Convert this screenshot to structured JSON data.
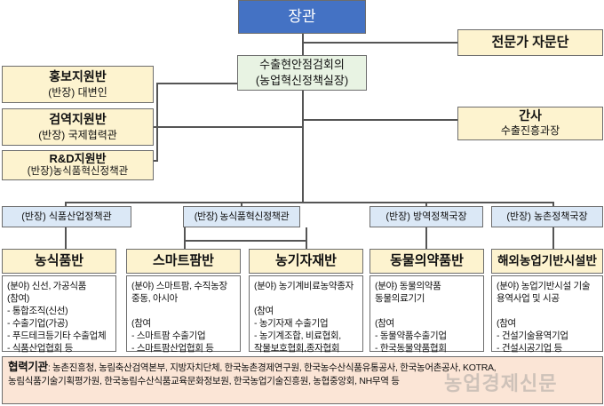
{
  "minister": "장관",
  "advisory": "전문가 자문단",
  "council": {
    "line1": "수출현안점검회의",
    "line2": "(농업혁신정책실장)"
  },
  "left_teams": [
    {
      "title": "홍보지원반",
      "leader": "(반장) 대변인"
    },
    {
      "title": "검역지원반",
      "leader": "(반장) 국제협력관"
    },
    {
      "title": "R&D지원반",
      "leader": "(반장)농식품혁신정책관"
    }
  ],
  "secretary": {
    "title": "간사",
    "dept": "수출진흥과장"
  },
  "leaders": [
    "(반장) 식품산업정책관",
    "(반장) 농식품혁신정책관",
    "(반장) 방역정책국장",
    "(반장) 농촌정책국장"
  ],
  "teams": [
    {
      "title": "농식품반",
      "body": "(분야) 신선, 가공식품\n(참여)\n - 통합조직(신선)\n - 수출기업(가공)\n - 푸드테크등기타 수출업체\n - 식품산업협회 등"
    },
    {
      "title": "스마트팜반",
      "body": "(분야) 스마트팜, 수직농장\n        중동, 아시아\n\n(참여\n - 스마트팜 수출기업\n - 스마트팜산업협회 등"
    },
    {
      "title": "농기자재반",
      "body": "(분야) 농기계비료농약종자\n\n(참여\n - 농기자재 수출기업\n - 농기계조합, 비료협회,\n   작물보호협회,종자협회"
    },
    {
      "title": "동물의약품반",
      "body": "(분야) 동물의약품\n        동물의료기기\n\n(참여\n - 동물약품수출기업\n - 한국동물약품협회"
    },
    {
      "title": "해외농업기반시설반",
      "body": "(분야) 농업기반시설 기술\n        용역사업 및 시공\n\n(참여\n - 건설기술용역기업\n - 건설시공기업 등"
    }
  ],
  "cooperation": {
    "label": "협력기관",
    "line1": ": 농촌진흥청, 농림축산검역본부, 지방자치단체, 한국농촌경제연구원, 한국농수산식품유통공사, 한국농어촌공사, KOTRA,",
    "line2": "농림식품기술기획평가원, 한국농림수산식품교육문화정보원, 한국농업기술진흥원, 농협중앙회, NH무역 등"
  },
  "watermark": "농업경제신문"
}
